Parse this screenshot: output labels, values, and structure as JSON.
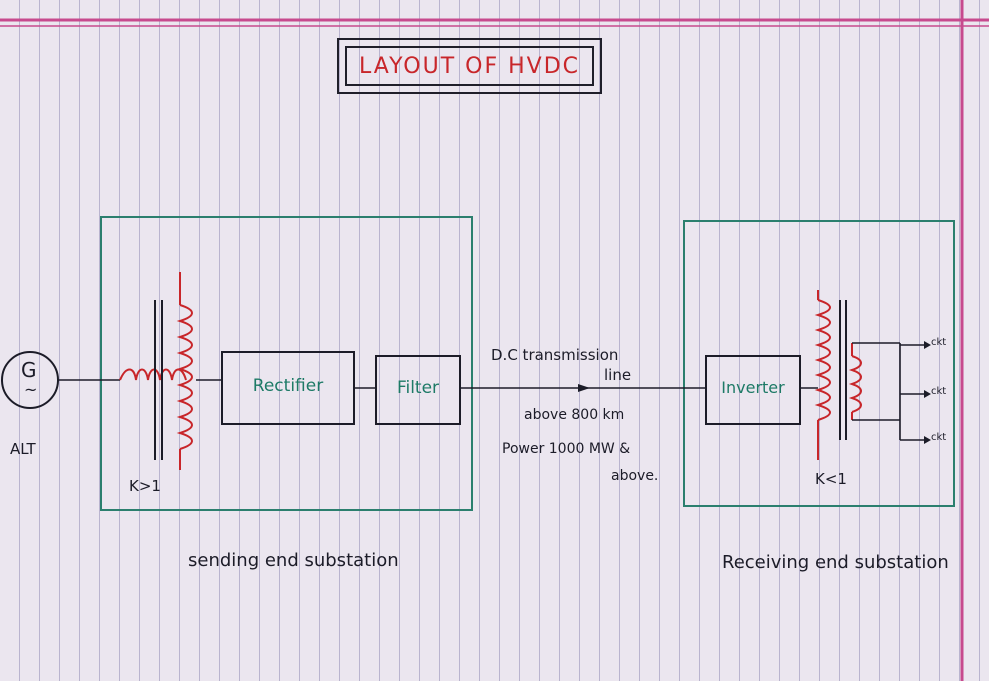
{
  "title": "LAYOUT OF HVDC",
  "generator": {
    "symbol": "G",
    "tilde": "~",
    "label": "ALT"
  },
  "transformer_send": {
    "ratio": "K>1"
  },
  "transformer_recv": {
    "ratio": "K<1"
  },
  "blocks": {
    "rectifier": "Rectifier",
    "filter": "Filter",
    "inverter": "Inverter"
  },
  "line": {
    "caption_1": "D.C transmission",
    "caption_2": "line",
    "note_1": "above 800 km",
    "note_2": "Power 1000 MW &",
    "note_3": "above."
  },
  "outputs": [
    "ckt",
    "ckt",
    "ckt"
  ],
  "stations": {
    "sending": "sending end substation",
    "receiving": "Receiving end substation"
  },
  "colors": {
    "ink": "#1c1c28",
    "red": "#c8262a",
    "green": "#1d7a66",
    "margin": "#c74a8e",
    "rule": "#b9b4cf"
  }
}
